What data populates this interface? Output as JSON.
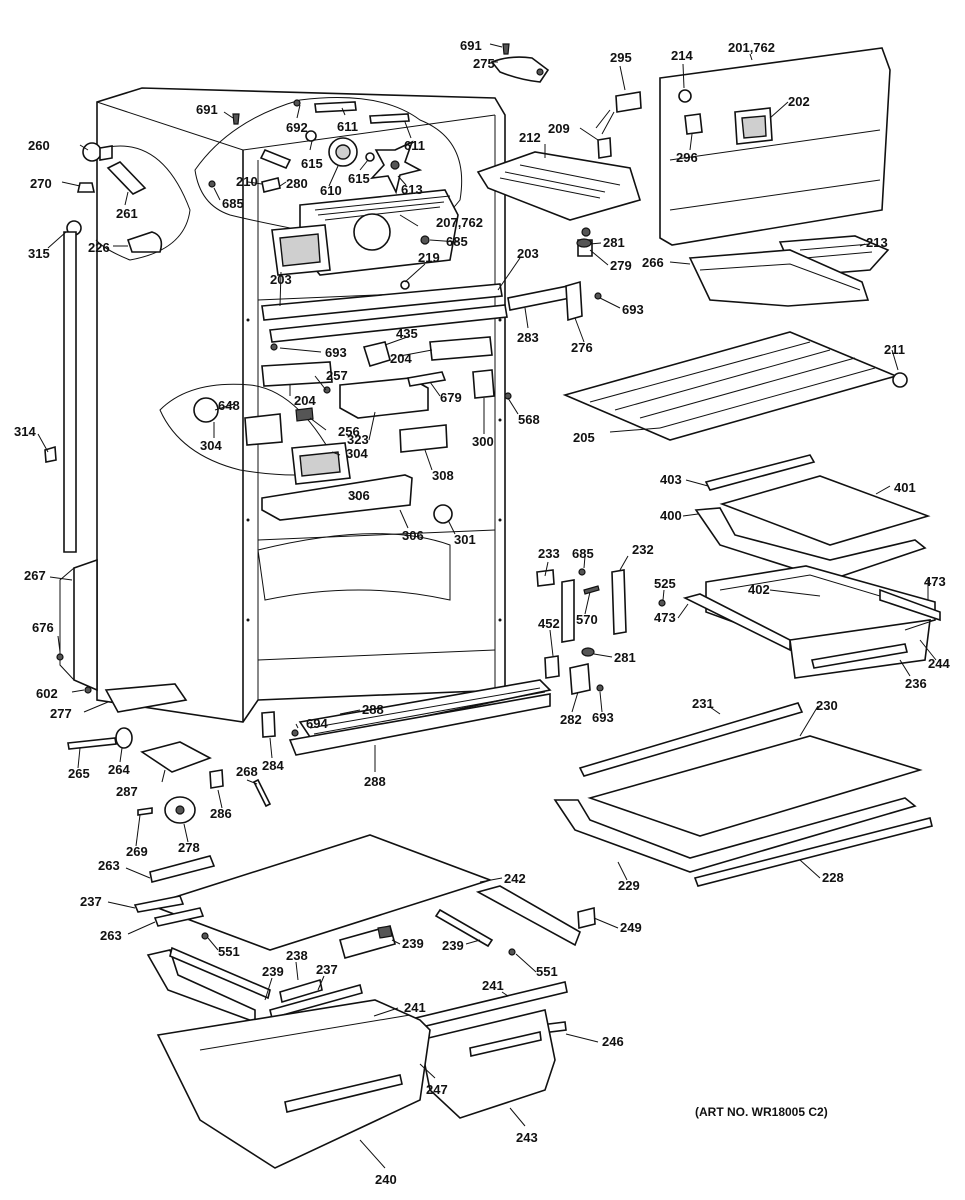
{
  "diagram": {
    "art_number": "(ART NO. WR18005 C2)",
    "callouts": {
      "c691a": "691",
      "c275": "275",
      "c295": "295",
      "c214": "214",
      "c201_762": "201,762",
      "c202": "202",
      "c209": "209",
      "c212": "212",
      "c296": "296",
      "c213": "213",
      "c266": "266",
      "c281a": "281",
      "c279": "279",
      "c693a": "693",
      "c276": "276",
      "c283": "283",
      "c203a": "203",
      "c203b": "203",
      "c219": "219",
      "c207_762": "207,762",
      "c685a": "685",
      "c691b": "691",
      "c692": "692",
      "c611a": "611",
      "c611b": "611",
      "c615a": "615",
      "c615b": "615",
      "c610": "610",
      "c613": "613",
      "c210": "210",
      "c280": "280",
      "c685b": "685",
      "c260": "260",
      "c270": "270",
      "c261": "261",
      "c315": "315",
      "c226": "226",
      "c693b": "693",
      "c435": "435",
      "c204a": "204",
      "c204b": "204",
      "c257": "257",
      "c679": "679",
      "c568": "568",
      "c300": "300",
      "c648": "648",
      "c256": "256",
      "c323": "323",
      "c304a": "304",
      "c304b": "304",
      "c308": "308",
      "c306a": "306",
      "c306b": "306",
      "c301": "301",
      "c205": "205",
      "c211": "211",
      "c314": "314",
      "c403": "403",
      "c401": "401",
      "c400": "400",
      "c402": "402",
      "c473a": "473",
      "c473b": "473",
      "c525": "525",
      "c244": "244",
      "c236": "236",
      "c233": "233",
      "c685c": "685",
      "c232": "232",
      "c570": "570",
      "c452": "452",
      "c281b": "281",
      "c282": "282",
      "c693c": "693",
      "c267": "267",
      "c676": "676",
      "c602": "602",
      "c277": "277",
      "c288a": "288",
      "c694": "694",
      "c288b": "288",
      "c284": "284",
      "c268": "268",
      "c265": "265",
      "c264": "264",
      "c287": "287",
      "c286": "286",
      "c269": "269",
      "c278": "278",
      "c231": "231",
      "c230": "230",
      "c229": "229",
      "c228": "228",
      "c263a": "263",
      "c242": "242",
      "c237a": "237",
      "c263b": "263",
      "c551a": "551",
      "c239a": "239",
      "c239b": "239",
      "c249": "249",
      "c238": "238",
      "c239c": "239",
      "c237b": "237",
      "c551b": "551",
      "c241a": "241",
      "c241b": "241",
      "c246": "246",
      "c247": "247",
      "c243": "243",
      "c240": "240"
    }
  }
}
